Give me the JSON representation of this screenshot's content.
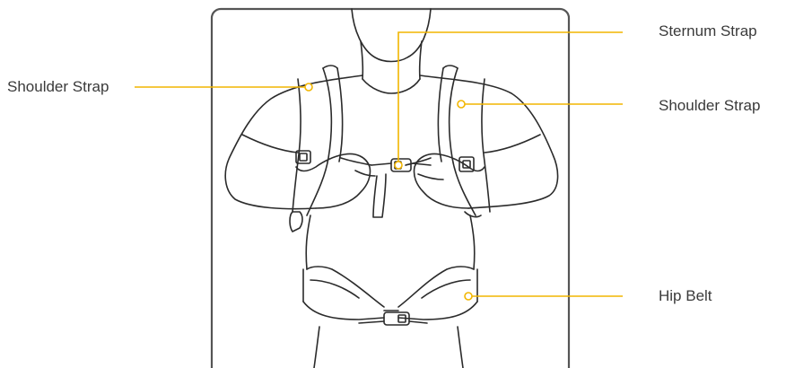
{
  "labels": {
    "sternum_strap": "Sternum Strap",
    "shoulder_strap_left": "Shoulder Strap",
    "shoulder_strap_right": "Shoulder Strap",
    "hip_belt": "Hip Belt"
  },
  "colors": {
    "callout_line": "#f2b600",
    "illustration_stroke": "#2b2b2b",
    "frame_stroke": "#555555",
    "label_text": "#3a3a3a",
    "background": "#ffffff"
  }
}
